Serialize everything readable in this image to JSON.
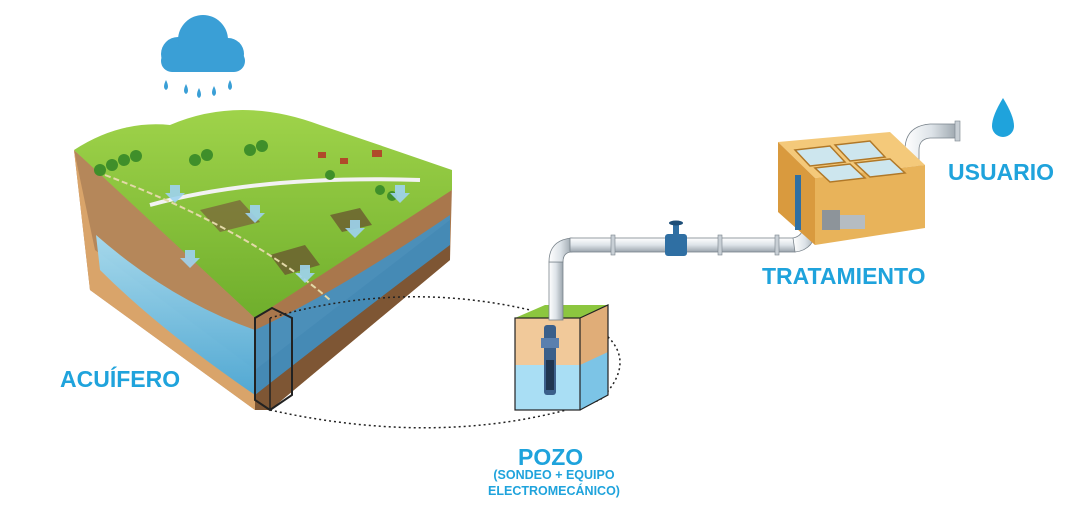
{
  "labels": {
    "aquifer": "ACUÍFERO",
    "well": "POZO",
    "well_sub_1": "(SONDEO + EQUIPO",
    "well_sub_2": "ELECTROMECÁNICO)",
    "treatment": "TRATAMIENTO",
    "user": "USUARIO"
  },
  "icons": {
    "rain": "rain-cloud-icon",
    "user": "water-drop-icon",
    "valve": "valve-icon"
  },
  "colors": {
    "label": "#1fa3dc",
    "cloud": "#3a9fd6",
    "grass": "#8cc63f",
    "soil": "#c98e57",
    "water": "#8fd3ee",
    "pipe": "#e9eef2"
  }
}
